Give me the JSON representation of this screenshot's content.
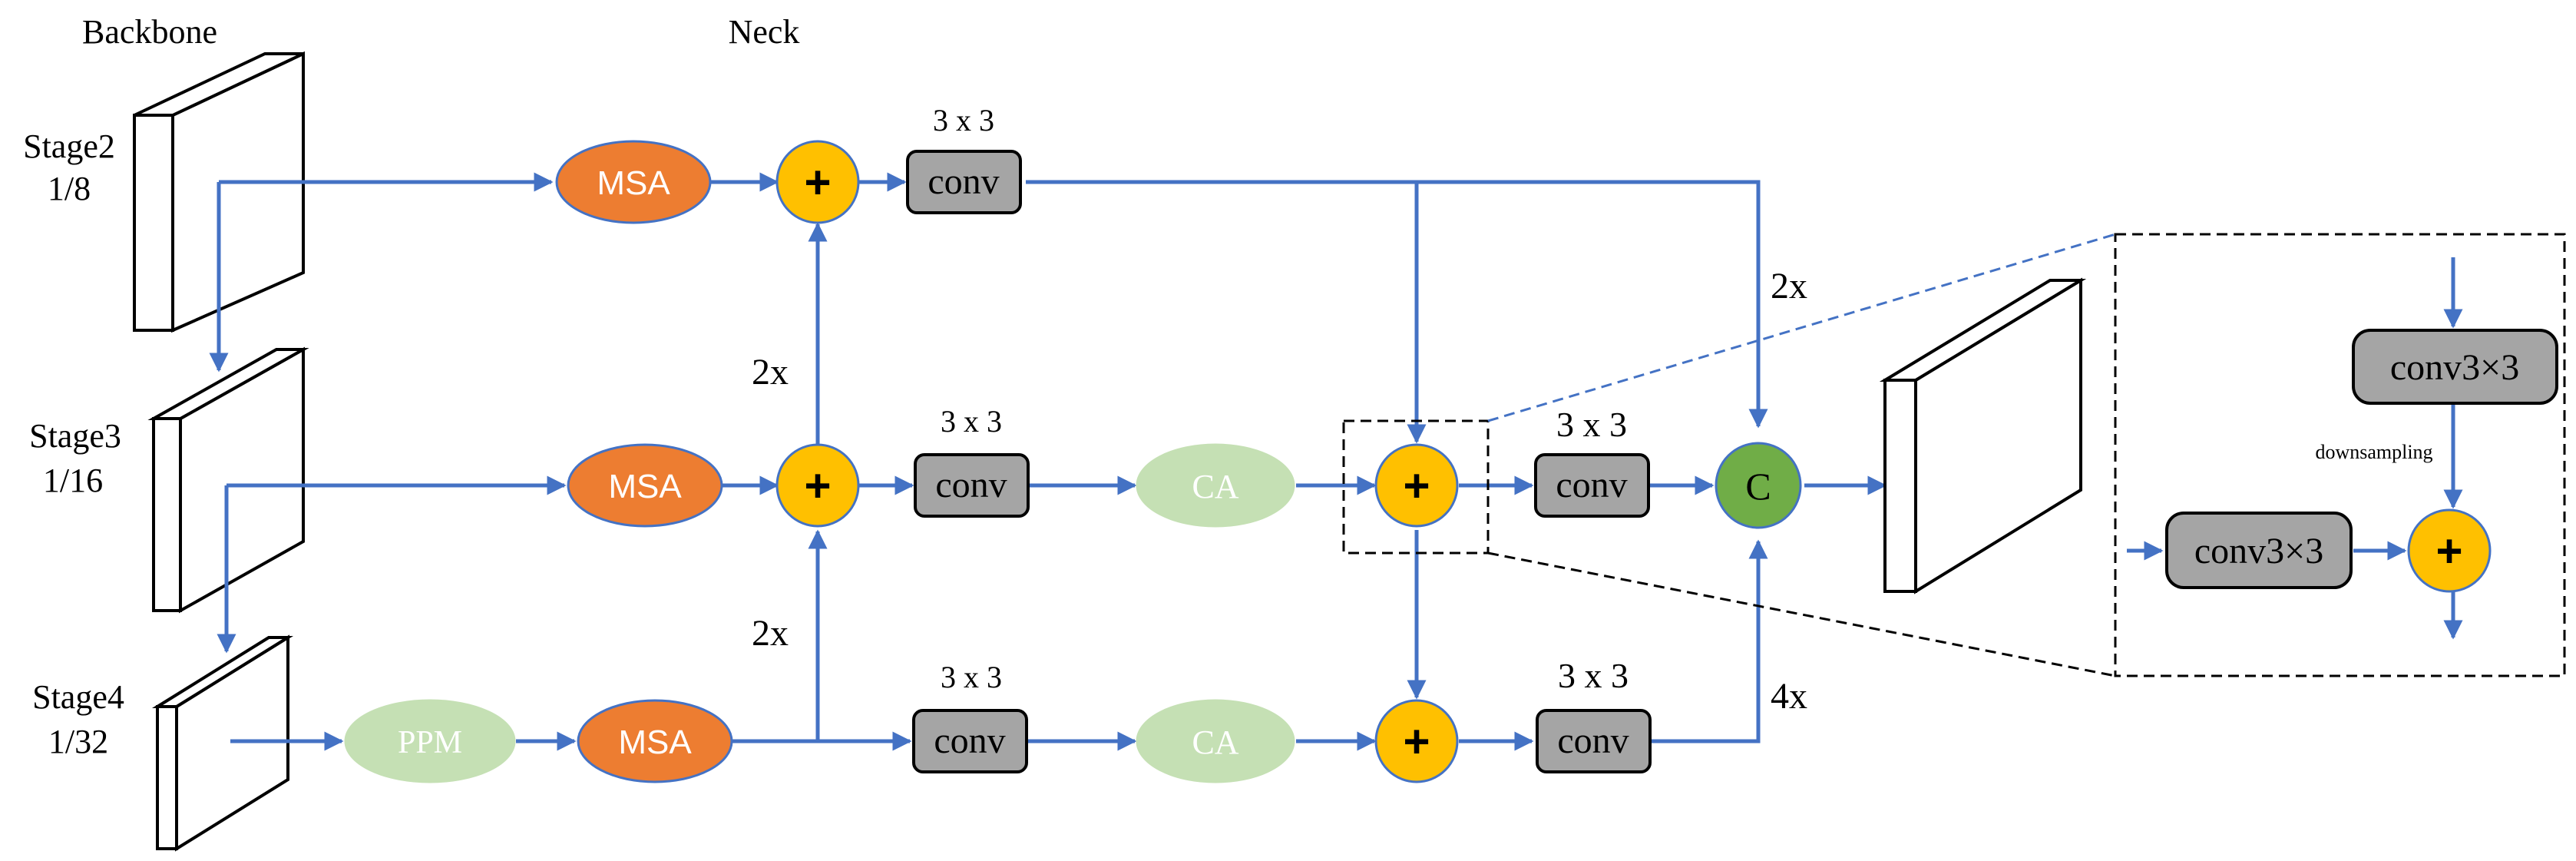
{
  "header": {
    "backbone_label": "Backbone",
    "neck_label": "Neck"
  },
  "stages": [
    {
      "name": "Stage2",
      "scale": "1/8"
    },
    {
      "name": "Stage3",
      "scale": "1/16"
    },
    {
      "name": "Stage4",
      "scale": "1/32"
    }
  ],
  "blocks": {
    "msa": "MSA",
    "ppm": "PPM",
    "ca": "CA",
    "conv": "conv",
    "conv_kernel": "3 x 3",
    "plus": "+",
    "concat": "C"
  },
  "upsample": {
    "two": "2x",
    "four": "4x"
  },
  "detail": {
    "conv_top": "conv3×3",
    "conv_left": "conv3×3",
    "downsampling": "downsampling"
  },
  "colors": {
    "arrow": "#4472C4",
    "msa": "#ED7D31",
    "plus": "#FFC000",
    "light_green": "#C5E0B4",
    "conv_fill": "#A5A5A5",
    "concat": "#70AD47"
  }
}
